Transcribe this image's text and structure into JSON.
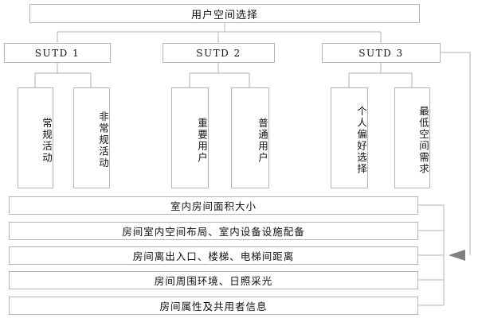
{
  "diagram": {
    "type": "hierarchy-tree",
    "title": "用户空间选择",
    "root": {
      "label": "用户空间选择"
    },
    "tier2": [
      {
        "label": "SUTD 1"
      },
      {
        "label": "SUTD 2"
      },
      {
        "label": "SUTD 3"
      }
    ],
    "tier3": [
      {
        "label": "常规活动",
        "parent": "SUTD 1"
      },
      {
        "label": "非常规活动",
        "parent": "SUTD 1"
      },
      {
        "label": "重要用户",
        "parent": "SUTD 2"
      },
      {
        "label": "普通用户",
        "parent": "SUTD 2"
      },
      {
        "label": "个人偏好选择",
        "parent": "SUTD 3"
      },
      {
        "label": "最低空间需求",
        "parent": "SUTD 3"
      }
    ],
    "attributes": [
      {
        "label": "室内房间面积大小"
      },
      {
        "label": "房间室内空间布局、室内设备设施配备"
      },
      {
        "label": "房间离出入口、楼梯、电梯间距离"
      },
      {
        "label": "房间周围环境、日照采光"
      },
      {
        "label": "房间属性及共用者信息"
      }
    ],
    "colors": {
      "box_border": "#b5b5b5",
      "connector": "#b0b0b0",
      "arrow": "#808080",
      "text": "#111111",
      "background": "#ffffff"
    }
  }
}
